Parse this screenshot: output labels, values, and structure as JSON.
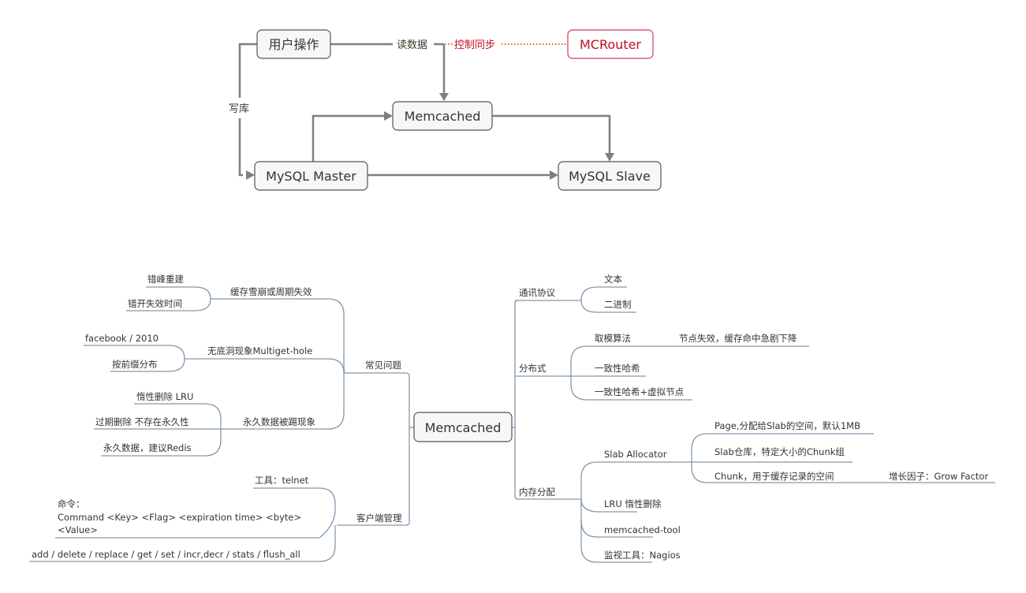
{
  "flowchart": {
    "nodes": {
      "user_op": "用户操作",
      "memcached": "Memcached",
      "mysql_master": "MySQL Master",
      "mysql_slave": "MySQL Slave",
      "mcrouter": "MCRouter"
    },
    "edge_labels": {
      "read": "读数据",
      "write": "写库",
      "control_sync": "控制同步"
    },
    "colors": {
      "line": "#7f7f7f",
      "accent_red": "#c0101d",
      "dotted": "#e8632a"
    }
  },
  "mindmap": {
    "root": "Memcached",
    "left": [
      {
        "label": "常见问题",
        "children": [
          {
            "label": "缓存雪崩或周期失效",
            "children": [
              "错峰重建",
              "错开失效时间"
            ]
          },
          {
            "label": "无底洞现象Multiget-hole",
            "children": [
              "facebook / 2010",
              "按前缀分布"
            ]
          },
          {
            "label": "永久数据被踢现象",
            "children": [
              "惰性删除 LRU",
              "过期删除 不存在永久性",
              "永久数据，建议Redis"
            ]
          }
        ]
      },
      {
        "label": "客户端管理",
        "children": [
          {
            "label": "工具：telnet"
          },
          {
            "label_lines": [
              "命令：",
              "Command <Key> <Flag> <expiration time> <byte>",
              "<Value>"
            ]
          },
          {
            "label": "add / delete / replace / get / set / incr,decr / stats / flush_all"
          }
        ]
      }
    ],
    "right": [
      {
        "label": "通讯协议",
        "children": [
          {
            "label": "文本"
          },
          {
            "label": "二进制"
          }
        ]
      },
      {
        "label": "分布式",
        "children": [
          {
            "label": "取模算法",
            "children": [
              "节点失效，缓存命中急剧下降"
            ]
          },
          {
            "label": "一致性哈希"
          },
          {
            "label": "一致性哈希+虚拟节点"
          }
        ]
      },
      {
        "label": "内存分配",
        "children": [
          {
            "label": "Slab Allocator",
            "children": [
              {
                "label": "Page,分配给Slab的空间，默认1MB"
              },
              {
                "label": "Slab仓库，特定大小的Chunk组"
              },
              {
                "label": "Chunk，用于缓存记录的空间",
                "children": [
                  "增长因子：Grow Factor"
                ]
              }
            ]
          },
          {
            "label": "LRU 惰性删除"
          },
          {
            "label": "memcached-tool"
          },
          {
            "label": "监视工具：Nagios"
          }
        ]
      }
    ],
    "colors": {
      "branch_line": "#8497ad"
    }
  }
}
